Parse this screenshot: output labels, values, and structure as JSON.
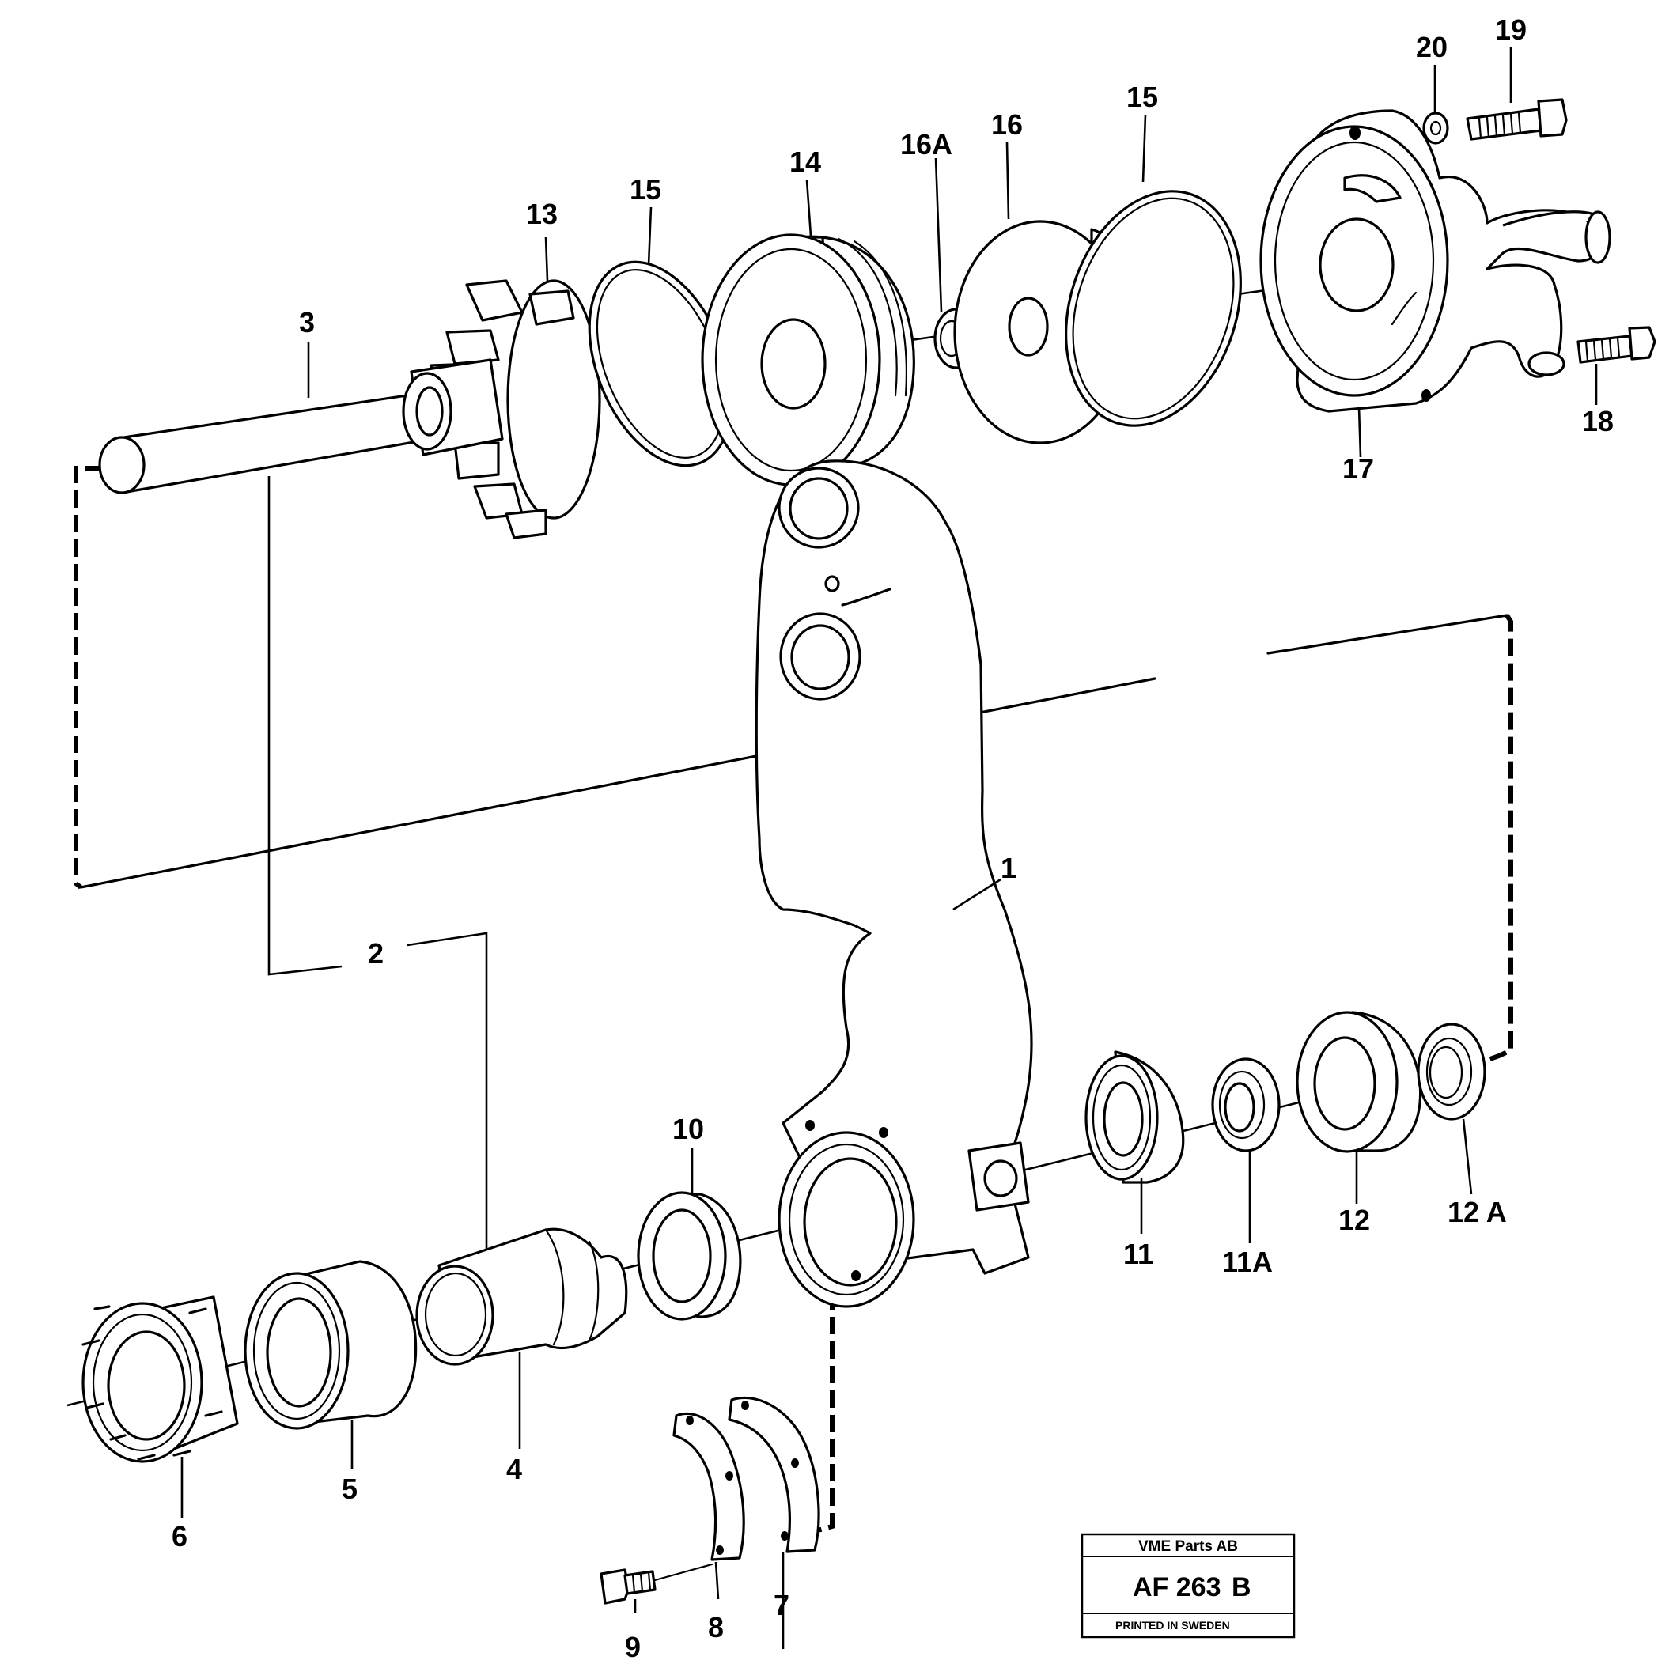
{
  "labels": {
    "p1": "1",
    "p2": "2",
    "p3": "3",
    "p4": "4",
    "p5": "5",
    "p6": "6",
    "p7": "7",
    "p8": "8",
    "p9": "9",
    "p10": "10",
    "p11": "11",
    "p11a": "11A",
    "p12": "12",
    "p12a": "12 A",
    "p13": "13",
    "p14": "14",
    "p15a": "15",
    "p15b": "15",
    "p16": "16",
    "p16a": "16A",
    "p17": "17",
    "p18": "18",
    "p19": "19",
    "p20": "20"
  },
  "title_block": {
    "company": "VME Parts AB",
    "code": "AF 263",
    "revision": "B",
    "note": "PRINTED IN SWEDEN"
  }
}
